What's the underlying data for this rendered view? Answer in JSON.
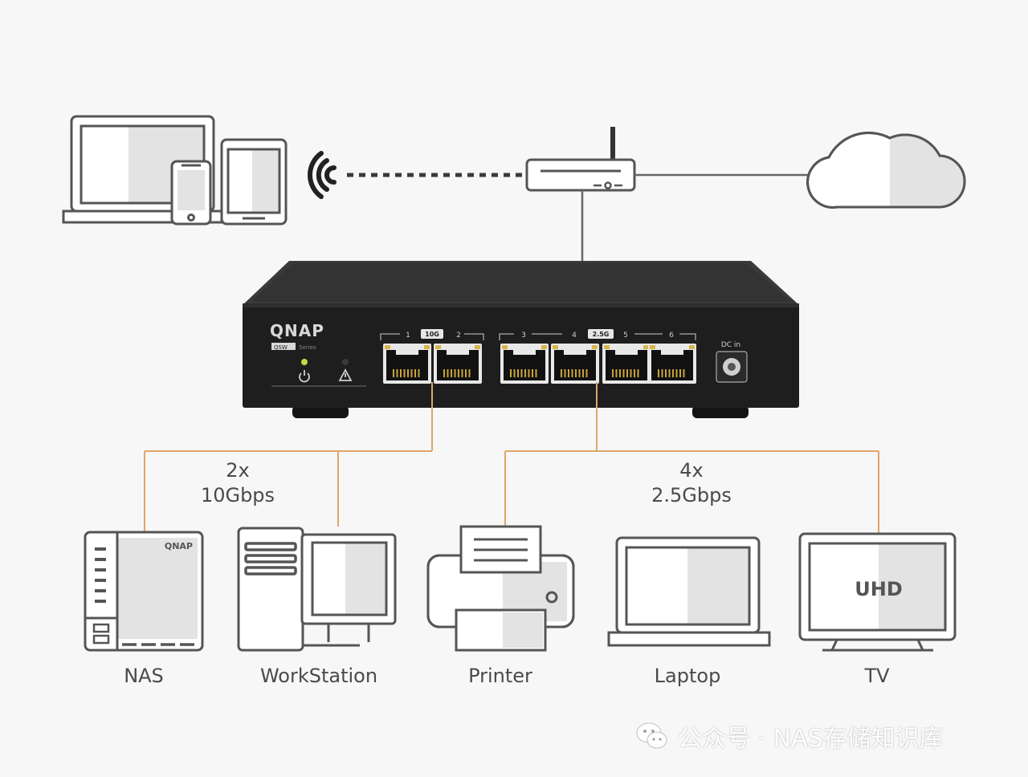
{
  "switch": {
    "brand": "QNAP",
    "series": "QSW",
    "series_suffix": "Series",
    "port_group_10g": "10G",
    "port_group_25g": "2.5G",
    "port_numbers": [
      "1",
      "2",
      "3",
      "4",
      "5",
      "6"
    ],
    "dc_in": "DC in"
  },
  "links": {
    "ten_gig_count": "2x",
    "ten_gig_speed": "10Gbps",
    "two_five_count": "4x",
    "two_five_speed": "2.5Gbps"
  },
  "devices": {
    "nas": "NAS",
    "nas_brand": "QNAP",
    "workstation": "WorkStation",
    "printer": "Printer",
    "laptop": "Laptop",
    "tv": "TV",
    "tv_screen": "UHD"
  },
  "watermark": {
    "text": "公众号 · NAS存储知识库"
  },
  "colors": {
    "background": "#f7f7f7",
    "icon_stroke": "#555555",
    "icon_fill": "#e3e3e3",
    "link_line": "#e0a56a",
    "switch_body": "#2b2b2b",
    "switch_front": "#1c1c1c"
  }
}
